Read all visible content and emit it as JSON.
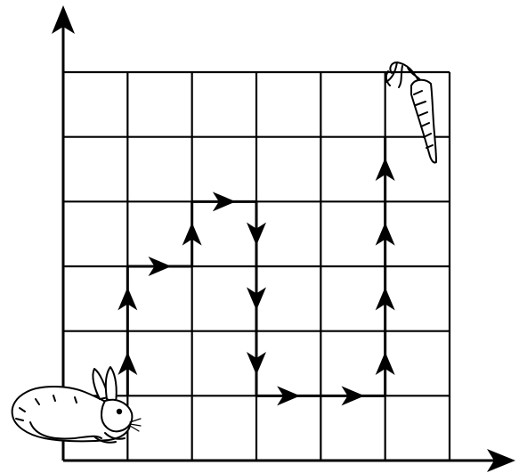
{
  "diagram": {
    "grid": {
      "columns": 6,
      "rows": 6
    },
    "start_cell": {
      "col": 0,
      "row": 0
    },
    "goal_cell": {
      "col": 5,
      "row": 5
    },
    "path_moves": [
      {
        "from": [
          1,
          1
        ],
        "to": [
          1,
          2
        ],
        "direction": "up"
      },
      {
        "from": [
          1,
          2
        ],
        "to": [
          1,
          3
        ],
        "direction": "up"
      },
      {
        "from": [
          1,
          3
        ],
        "to": [
          2,
          3
        ],
        "direction": "right"
      },
      {
        "from": [
          2,
          3
        ],
        "to": [
          2,
          4
        ],
        "direction": "up"
      },
      {
        "from": [
          2,
          4
        ],
        "to": [
          3,
          4
        ],
        "direction": "right"
      },
      {
        "from": [
          3,
          4
        ],
        "to": [
          3,
          3
        ],
        "direction": "down"
      },
      {
        "from": [
          3,
          3
        ],
        "to": [
          3,
          2
        ],
        "direction": "down"
      },
      {
        "from": [
          3,
          2
        ],
        "to": [
          3,
          1
        ],
        "direction": "down"
      },
      {
        "from": [
          3,
          1
        ],
        "to": [
          4,
          1
        ],
        "direction": "right"
      },
      {
        "from": [
          4,
          1
        ],
        "to": [
          5,
          1
        ],
        "direction": "right"
      },
      {
        "from": [
          5,
          1
        ],
        "to": [
          5,
          2
        ],
        "direction": "up"
      },
      {
        "from": [
          5,
          2
        ],
        "to": [
          5,
          3
        ],
        "direction": "up"
      },
      {
        "from": [
          5,
          3
        ],
        "to": [
          5,
          4
        ],
        "direction": "up"
      },
      {
        "from": [
          5,
          4
        ],
        "to": [
          5,
          5
        ],
        "direction": "up"
      }
    ],
    "characters": {
      "start": "rabbit",
      "goal": "carrot"
    },
    "colors": {
      "line": "#000000",
      "background": "#ffffff"
    }
  }
}
